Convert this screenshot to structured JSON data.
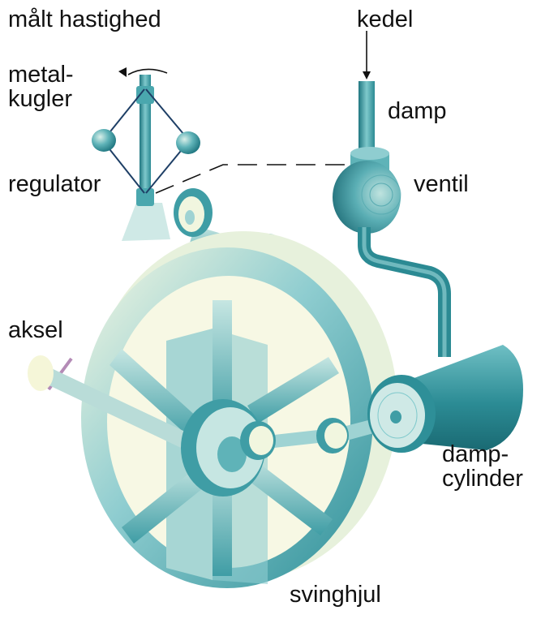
{
  "labels": {
    "measured_speed": "målt hastighed",
    "boiler": "kedel",
    "metal_balls_line1": "metal-",
    "metal_balls_line2": "kugler",
    "steam": "damp",
    "governor": "regulator",
    "valve": "ventil",
    "shaft": "aksel",
    "steam_cylinder_line1": "damp-",
    "steam_cylinder_line2": "cylinder",
    "flywheel": "svinghjul"
  },
  "colors": {
    "teal": "#3a9ea6",
    "teal_light": "#9fd3d3",
    "teal_dark": "#1d6e78",
    "cream": "#f6f7dc",
    "belt": "#b48bb6",
    "background": "#ffffff",
    "text": "#111111"
  },
  "icons": [
    "rotation-arrow-icon",
    "down-arrow-icon"
  ]
}
